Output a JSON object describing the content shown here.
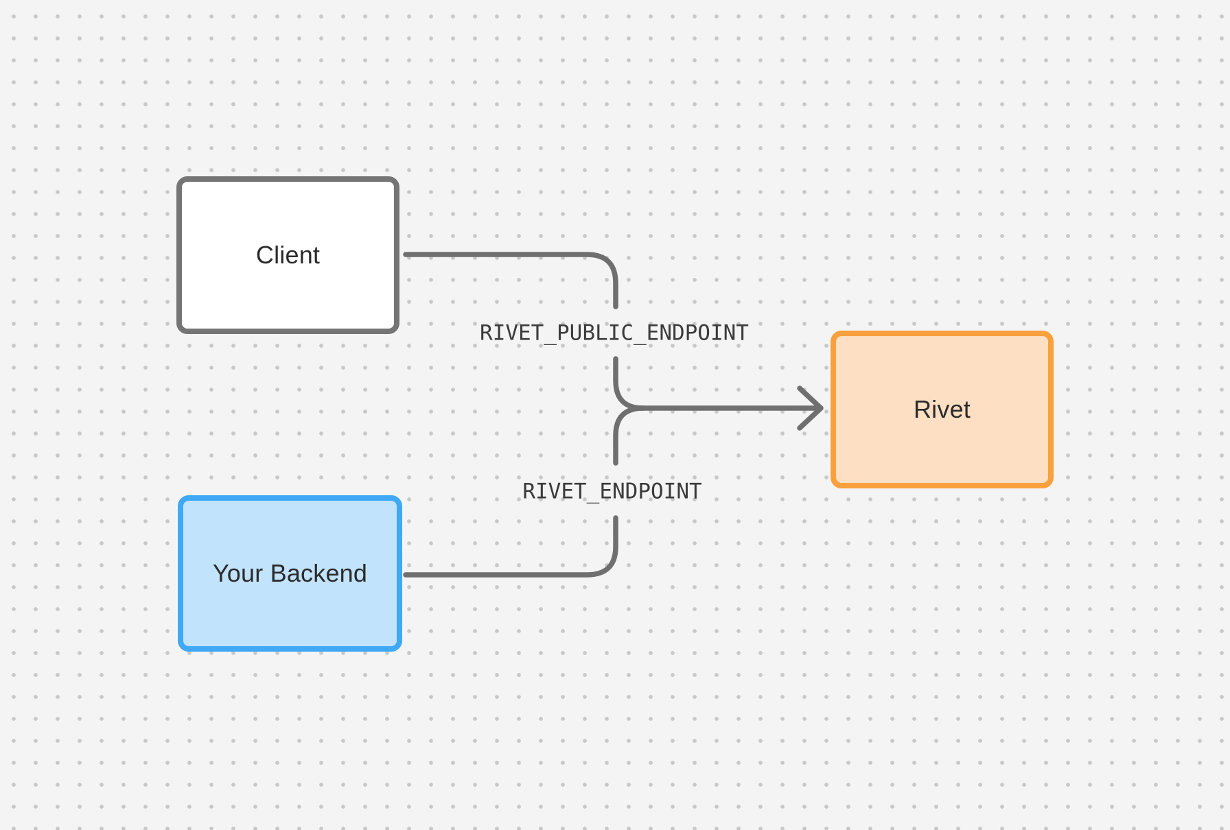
{
  "background": {
    "color": "#f4f4f4",
    "dot_color": "#c8c8c8"
  },
  "nodes": {
    "client": {
      "label": "Client",
      "fill": "#ffffff",
      "border_color": "#757575"
    },
    "backend": {
      "label": "Your Backend",
      "fill": "#c2e3fc",
      "border_color": "#3fa9f5"
    },
    "rivet": {
      "label": "Rivet",
      "fill": "#fddfc3",
      "border_color": "#f9a03f"
    }
  },
  "edges": {
    "connector_color": "#6f6f6f",
    "label_color": "#3b3b3b",
    "public_endpoint_label": "RIVET_PUBLIC_ENDPOINT",
    "endpoint_label": "RIVET_ENDPOINT"
  }
}
